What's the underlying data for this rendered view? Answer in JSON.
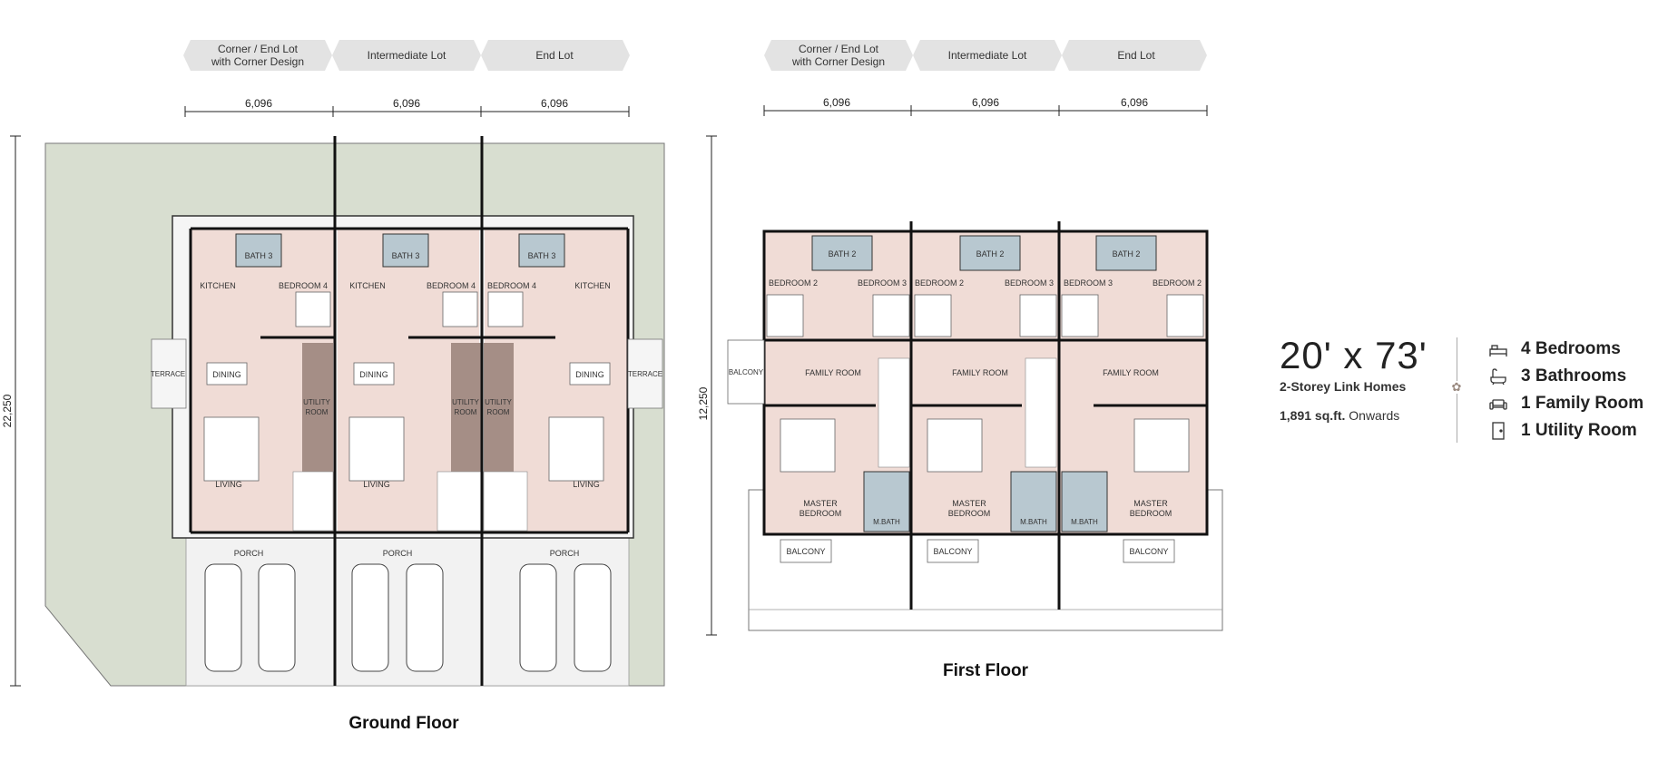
{
  "ground_floor": {
    "title": "Ground Floor",
    "lot_tabs": [
      {
        "line1": "Corner / End Lot",
        "line2": "with Corner Design"
      },
      {
        "line1": "Intermediate Lot",
        "line2": ""
      },
      {
        "line1": "End Lot",
        "line2": ""
      }
    ],
    "widths": [
      "6,096",
      "6,096",
      "6,096"
    ],
    "depth": "22,250",
    "labels": {
      "bath3": "BATH 3",
      "kitchen": "KITCHEN",
      "bedroom4": "BEDROOM 4",
      "dining": "DINING",
      "living": "LIVING",
      "utility_line1": "UTILITY",
      "utility_line2": "ROOM",
      "terrace": "TERRACE",
      "porch": "PORCH"
    }
  },
  "first_floor": {
    "title": "First Floor",
    "lot_tabs": [
      {
        "line1": "Corner / End Lot",
        "line2": "with Corner Design"
      },
      {
        "line1": "Intermediate Lot",
        "line2": ""
      },
      {
        "line1": "End Lot",
        "line2": ""
      }
    ],
    "widths": [
      "6,096",
      "6,096",
      "6,096"
    ],
    "depth": "12,250",
    "labels": {
      "bath2": "BATH 2",
      "bedroom2": "BEDROOM 2",
      "bedroom3": "BEDROOM 3",
      "family_room": "FAMILY ROOM",
      "master_line1": "MASTER",
      "master_line2": "BEDROOM",
      "mbath": "M.BATH",
      "balcony": "BALCONY",
      "balcony_side": "BALCONY"
    }
  },
  "summary": {
    "size": "20' x 73'",
    "subtitle": "2-Storey Link Homes",
    "area_value": "1,891 sq.ft.",
    "area_suffix": "Onwards",
    "features": [
      {
        "icon": "bed-icon",
        "text": "4 Bedrooms"
      },
      {
        "icon": "bathtub-icon",
        "text": "3 Bathrooms"
      },
      {
        "icon": "sofa-icon",
        "text": "1 Family Room"
      },
      {
        "icon": "door-icon",
        "text": "1 Utility Room"
      }
    ]
  },
  "colors": {
    "garden": "#d8ded0",
    "room": "#f0dcd6",
    "bath": "#b8c8d0",
    "utility": "#a58e86",
    "porch": "#f2f2f2",
    "wall": "#111111",
    "tab": "#e3e3e3"
  }
}
